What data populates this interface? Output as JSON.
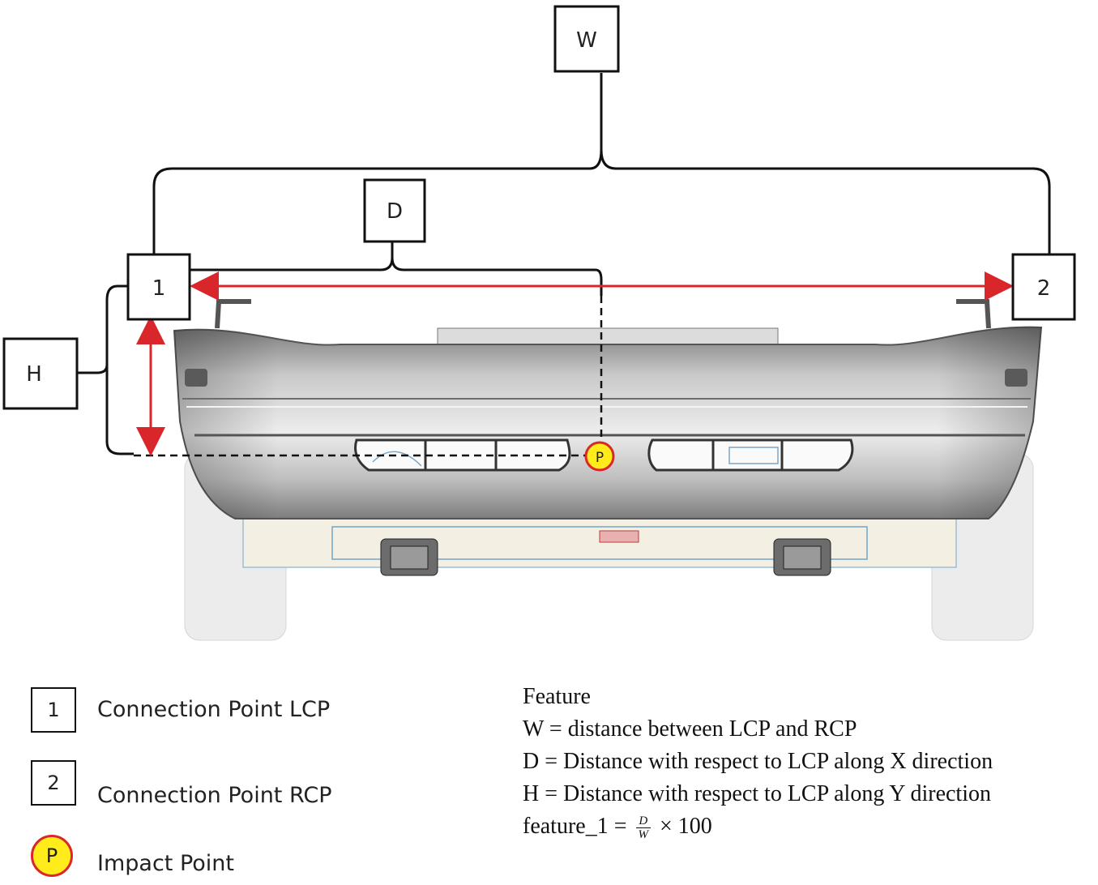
{
  "diagram": {
    "boxes": {
      "w": "W",
      "d": "D",
      "h": "H",
      "lcp": "1",
      "rcp": "2"
    },
    "impact_marker": "P"
  },
  "legend": {
    "items": [
      {
        "key": "1",
        "label": "Connection Point LCP"
      },
      {
        "key": "2",
        "label": "Connection Point RCP"
      },
      {
        "key": "P",
        "label": "Impact Point"
      }
    ]
  },
  "features": {
    "heading": "Feature",
    "lines": [
      "W =  distance between LCP and RCP",
      "D =  Distance with respect to LCP along X direction",
      "H =  Distance with respect to LCP along Y  direction"
    ],
    "formula": {
      "lhs": "feature_1 =",
      "numerator": "D",
      "denominator": "W",
      "rhs": "× 100"
    }
  },
  "colors": {
    "arrow_red": "#d9262a",
    "marker_yellow": "#ffec1a",
    "bumper_gray": "#9a9a9a",
    "line_black": "#111111"
  }
}
